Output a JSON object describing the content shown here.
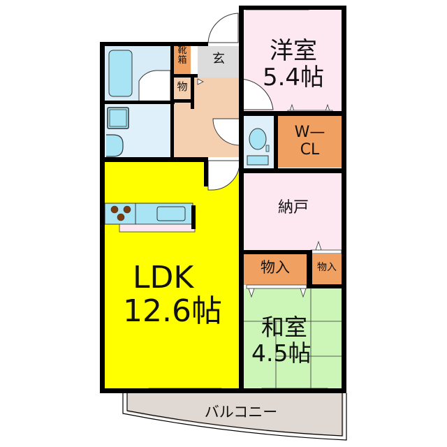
{
  "floorplan": {
    "rooms": {
      "western_room": {
        "name": "洋室",
        "size": "5.4帖",
        "color": "#fde8f2"
      },
      "walk_in_closet": {
        "line1": "W—",
        "line2": "CL",
        "color": "#f0a060"
      },
      "storeroom": {
        "name": "納戸",
        "color": "#fde8f2"
      },
      "closet_large": {
        "name": "物入",
        "color": "#f0a060"
      },
      "closet_small": {
        "name": "物入",
        "color": "#f0a060"
      },
      "japanese_room": {
        "name": "和室",
        "size": "4.5帖",
        "color": "#ccf5b8"
      },
      "ldk": {
        "name": "LDK",
        "size": "12.6帖",
        "color": "#ffff00"
      },
      "entrance": {
        "name": "玄",
        "color": "#dcdcdc"
      },
      "shoe_box": {
        "name": "靴箱",
        "color": "#f0a060"
      },
      "storage": {
        "name": "物",
        "color": "#f0a060"
      },
      "hallway": {
        "color": "#f5d0b0"
      },
      "balcony": {
        "name": "バルコニー",
        "color": "#e0d8d2"
      },
      "bathroom": {
        "color": "#d8ecf8"
      },
      "washroom": {
        "color": "#e0f0fb"
      },
      "toilet": {
        "color": "#dff0fb"
      }
    },
    "colors": {
      "wall": "#000000",
      "fixture_blue": "#a8e4f4",
      "stove_burner": "#7a3b10"
    }
  }
}
